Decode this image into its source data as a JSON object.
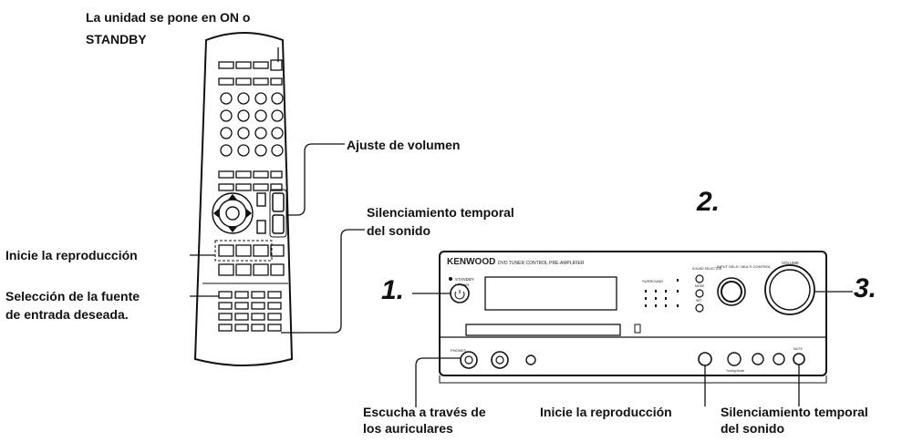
{
  "labels": {
    "power": [
      "La unidad se pone en ON o",
      "STANDBY"
    ],
    "volume_adjust": "Ajuste de volumen",
    "mute_top": [
      "Silenciamiento temporal",
      "del sonido"
    ],
    "play_left": "Inicie la reproducción",
    "input_select": [
      "Selección de la fuente",
      "de entrada deseada."
    ],
    "headphones": [
      "Escucha a través de",
      "los auriculares"
    ],
    "play_bottom": "Inicie la reproducción",
    "mute_bottom": [
      "Silenciamiento temporal",
      "del sonido"
    ]
  },
  "steps": [
    "1.",
    "2.",
    "3."
  ],
  "unit": {
    "brand": "KENWOOD",
    "model_text": "DVD TUNER CONTROL PRE-AMPLIFIER",
    "standby_text": "STANDBY",
    "power_text": "/ Power",
    "input_knob_label": "INPUT SELD / MULTI CONTROL",
    "volume_knob_label": "VOLUME",
    "sound_selector": "SOUND SELECTOR",
    "mode": "MODE",
    "set": "SET",
    "surround": "SURROUND",
    "phones": "PHONES",
    "mute": "MUTE",
    "tuning_mode": "Tuning Mode"
  }
}
